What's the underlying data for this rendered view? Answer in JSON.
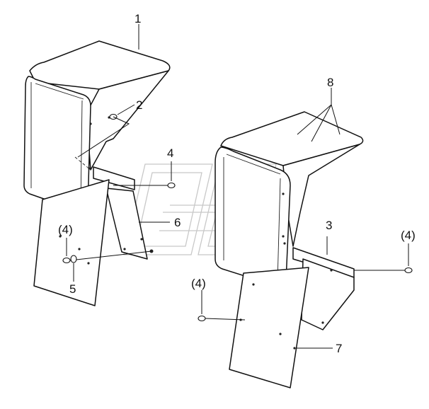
{
  "callouts": {
    "fender_left": "1",
    "bracket_bolt_left": "2",
    "bracket_right": "3",
    "bolt_center": "4",
    "bolt_left": "(4)",
    "bolt_right": "(4)",
    "bolt_lower": "(4)",
    "nut_left": "5",
    "bracket_left": "6",
    "mudflap_right": "7",
    "fender_right": "8"
  },
  "colors": {
    "line": "#111111",
    "watermark": "#c8c8c8",
    "background": "#ffffff"
  }
}
